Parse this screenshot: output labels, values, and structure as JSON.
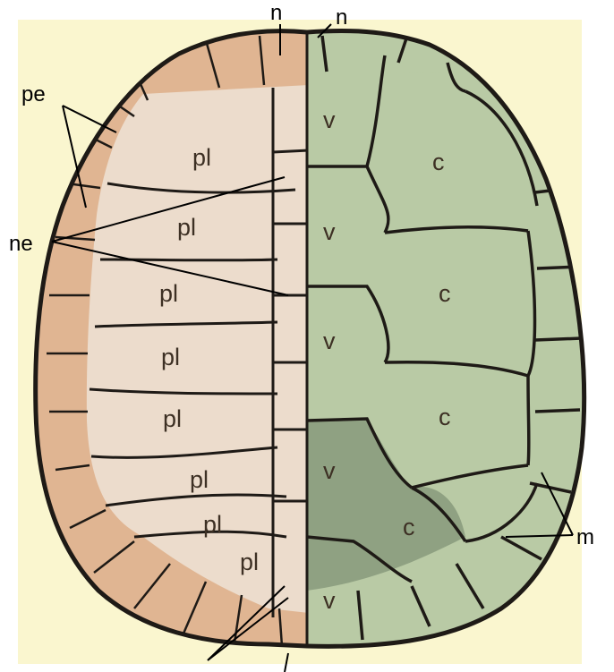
{
  "colors": {
    "background_tint": "#faf6cf",
    "bone_plate": "#ecdccc",
    "bone_rim": "#e0b592",
    "scute_light": "#b9caa5",
    "scute_dark": "#8fa182",
    "outline": "#1e1a16",
    "leader_line": "#000000"
  },
  "callouts": {
    "n_left": "n",
    "n_right": "n",
    "pe": "pe",
    "ne": "ne",
    "m": "m"
  },
  "bones": {
    "pleural": [
      "pl",
      "pl",
      "pl",
      "pl",
      "pl",
      "pl",
      "pl",
      "pl"
    ]
  },
  "scutes": {
    "vertebral": [
      "v",
      "v",
      "v",
      "v",
      "v"
    ],
    "costal": [
      "c",
      "c",
      "c",
      "c"
    ]
  }
}
